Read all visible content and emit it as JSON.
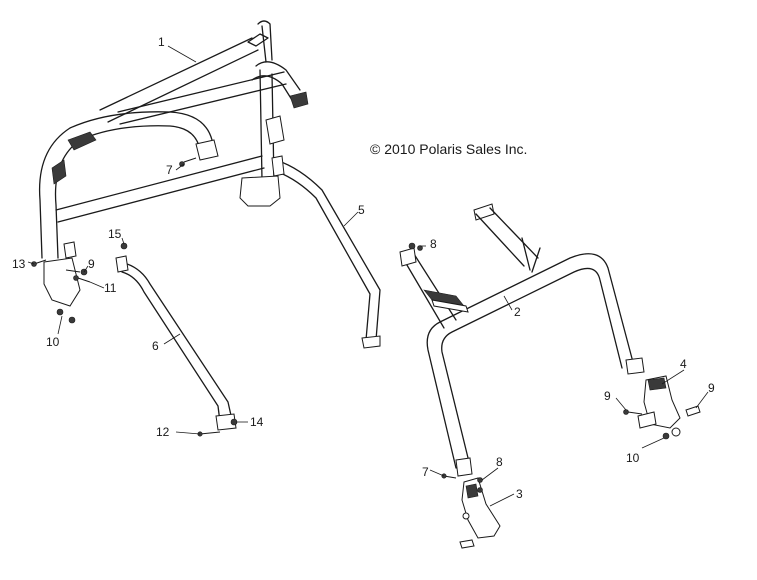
{
  "copyright": "© 2010 Polaris Sales Inc.",
  "callouts": [
    {
      "id": "callout-1",
      "label": "1"
    },
    {
      "id": "callout-2",
      "label": "2"
    },
    {
      "id": "callout-3",
      "label": "3"
    },
    {
      "id": "callout-4",
      "label": "4"
    },
    {
      "id": "callout-5",
      "label": "5"
    },
    {
      "id": "callout-6",
      "label": "6"
    },
    {
      "id": "callout-7a",
      "label": "7"
    },
    {
      "id": "callout-7b",
      "label": "7"
    },
    {
      "id": "callout-8a",
      "label": "8"
    },
    {
      "id": "callout-8b",
      "label": "8"
    },
    {
      "id": "callout-9a",
      "label": "9"
    },
    {
      "id": "callout-9b",
      "label": "9"
    },
    {
      "id": "callout-9c",
      "label": "9"
    },
    {
      "id": "callout-10a",
      "label": "10"
    },
    {
      "id": "callout-10b",
      "label": "10"
    },
    {
      "id": "callout-11",
      "label": "11"
    },
    {
      "id": "callout-12",
      "label": "12"
    },
    {
      "id": "callout-13",
      "label": "13"
    },
    {
      "id": "callout-14",
      "label": "14"
    },
    {
      "id": "callout-15",
      "label": "15"
    }
  ]
}
